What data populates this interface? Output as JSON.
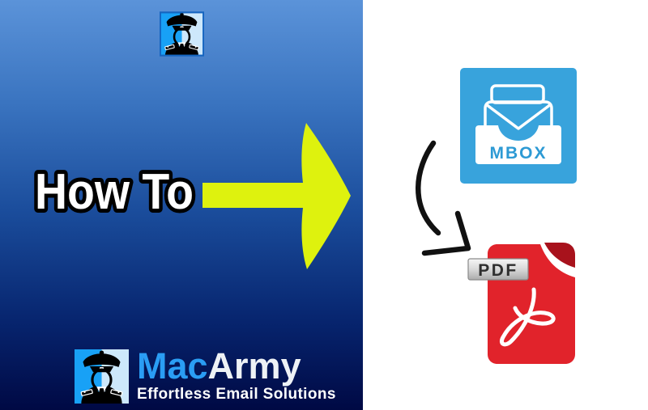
{
  "left_panel": {
    "headline": "How To",
    "gradient_top_color": "#5b93d9",
    "gradient_bottom_color": "#000944",
    "arrow_color": "#def20e"
  },
  "flow": {
    "source_icon": {
      "label": "MBOX",
      "bg_color": "#38a3dc",
      "label_color": "#2d9ad4"
    },
    "target_icon": {
      "label": "PDF",
      "body_color": "#e1232b",
      "fold_color": "#a8121c",
      "badge_text_color": "#2f2f2f"
    }
  },
  "brand": {
    "name_part1": "Mac",
    "name_part2": "Army",
    "name_part1_color": "#2a9df4",
    "name_part2_color": "#eef2f6",
    "tagline": "Effortless Email Solutions",
    "icon_left_color": "#18a1f6",
    "icon_right_color": "#cde8fb"
  }
}
